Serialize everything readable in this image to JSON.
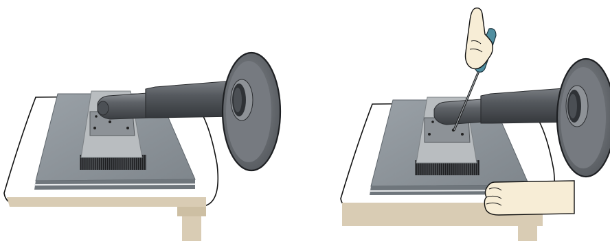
{
  "figure": {
    "panels": [
      {
        "id": "panel-left",
        "step": "stand-attached"
      },
      {
        "id": "panel-right",
        "step": "remove-screw-holding-base"
      }
    ],
    "tool": "screwdriver",
    "colors": {
      "table_top": "#ffffff",
      "table_leg": "#d9ccb4",
      "monitor_back": "#8f969d",
      "monitor_edge": "#6f767c",
      "hinge_plate": "#b7bbbe",
      "arm": "#5d6166",
      "base_disc": "#6d7177",
      "skin": "#f7edd6",
      "screwdriver_handle": "#4f8ea0",
      "outline": "#111111"
    }
  }
}
